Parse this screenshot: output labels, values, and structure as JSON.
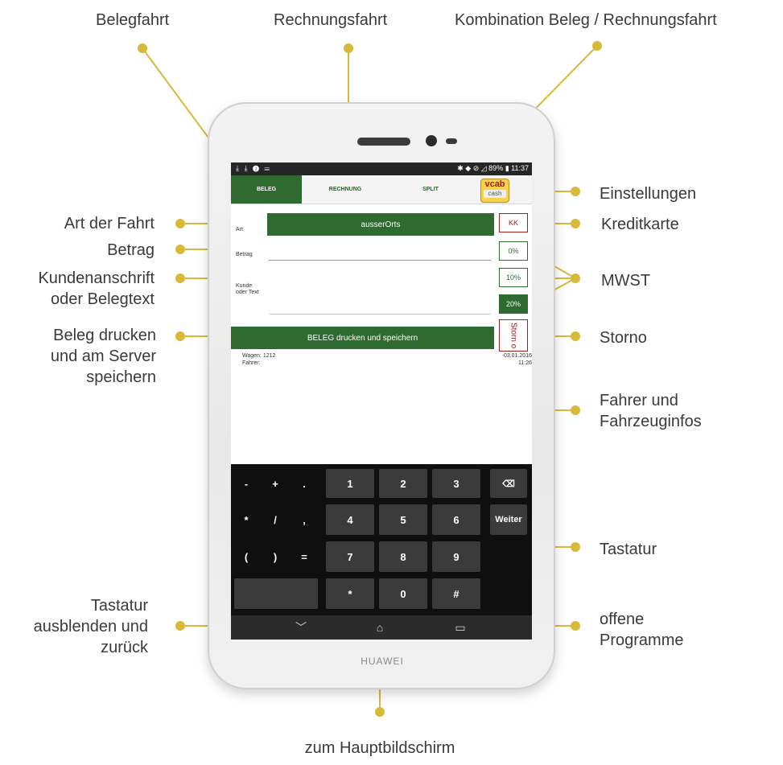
{
  "callouts": {
    "belegfahrt": "Belegfahrt",
    "rechnungsfahrt": "Rechnungsfahrt",
    "kombination": "Kombination Beleg / Rechnungsfahrt",
    "einstellungen": "Einstellungen",
    "art_der_fahrt": "Art der Fahrt",
    "kreditkarte": "Kreditkarte",
    "betrag": "Betrag",
    "kundenanschrift": "Kundenanschrift\noder Belegtext",
    "mwst": "MWST",
    "beleg_drucken": "Beleg drucken\nund am Server\nspeichern",
    "storno": "Storno",
    "fahrer_infos": "Fahrer und\nFahrzeuginfos",
    "tastatur": "Tastatur",
    "tastatur_ausblenden": "Tastatur\nausblenden und\nzurück",
    "offene_programme": "offene\nProgramme",
    "hauptbildschirm": "zum Hauptbildschirm"
  },
  "device": {
    "brand": "HUAWEI"
  },
  "statusbar": {
    "left_icons": "⤓ ⤓ ❶ ☰",
    "right_text": "✱ ◆ ⊘ ◿ 89% ▮ 11:37"
  },
  "tabs": {
    "beleg": "BELEG",
    "rechnung": "RECHNUNG",
    "split": "SPLIT",
    "vcab_top": "vcab",
    "vcab_bottom": "cash"
  },
  "form": {
    "art_label": "Art",
    "art_value": "ausserOrts",
    "betrag_label": "Betrag",
    "kunde_label": "Kunde\noder Text",
    "kk_button": "KK",
    "mwst_0": "0%",
    "mwst_10": "10%",
    "mwst_20": "20%",
    "print_button": "BELEG drucken und speichern",
    "storno_button": "Storn\no"
  },
  "info": {
    "wagen_label": "Wagen:",
    "wagen_value": "1212",
    "fahrer_label": "Fahrer:",
    "fahrer_value": "",
    "date": "03.01.2016",
    "time": "11:26"
  },
  "keyboard": {
    "row1": [
      "-",
      "+",
      ".",
      "1",
      "2",
      "3",
      "⌫"
    ],
    "row2": [
      "*",
      "/",
      ",",
      "4",
      "5",
      "6",
      "Weiter"
    ],
    "row3": [
      "(",
      ")",
      "=",
      "7",
      "8",
      "9"
    ],
    "row4": [
      "*",
      "0",
      "#"
    ]
  },
  "navbar": {
    "back": "﹀",
    "home": "⌂",
    "recent": "▭"
  },
  "colors": {
    "accent_green": "#2f6a30",
    "callout_line": "#d9b93a",
    "storno_red": "#a02020"
  }
}
